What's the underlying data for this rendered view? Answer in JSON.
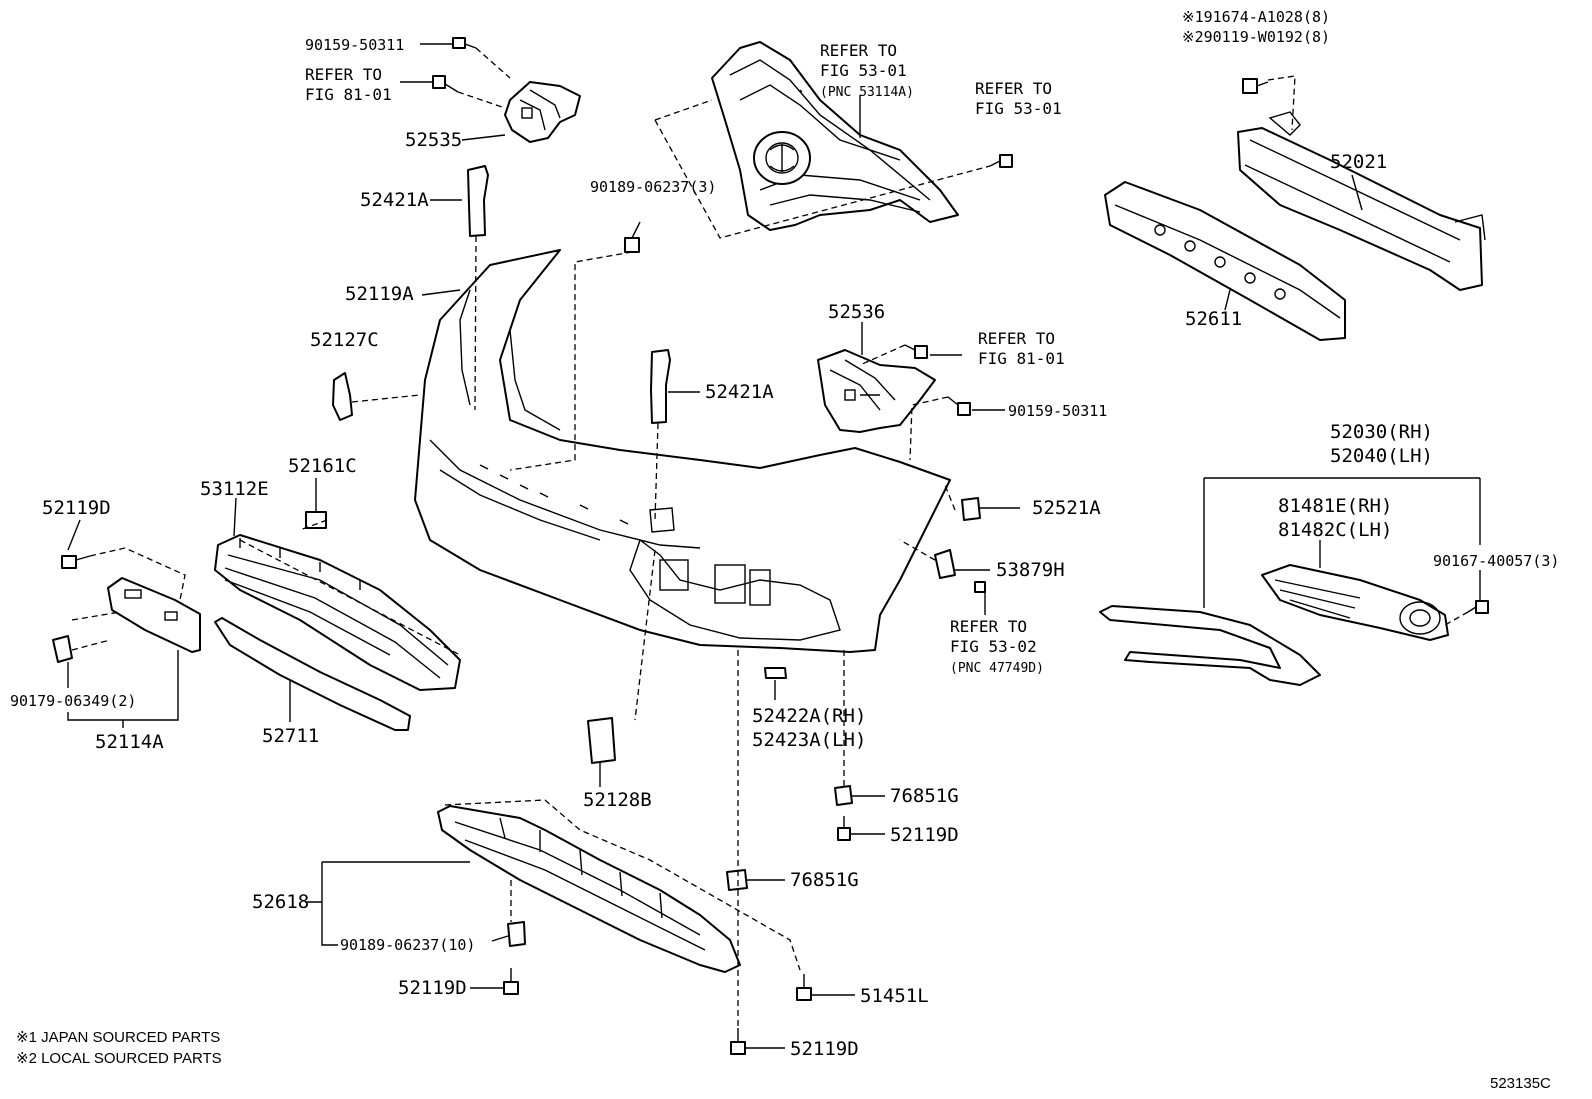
{
  "diagram": {
    "parts": {
      "p_90159_50311_top": "90159-50311",
      "refer_81_01_left_1": "REFER TO",
      "refer_81_01_left_2": "FIG 81-01",
      "p_52535": "52535",
      "p_52421A_left": "52421A",
      "p_52119A": "52119A",
      "p_52127C": "52127C",
      "p_52119D_left": "52119D",
      "p_53112E": "53112E",
      "p_52161C": "52161C",
      "p_90179_06349": "90179-06349(2)",
      "p_52114A": "52114A",
      "p_52711": "52711",
      "refer_53_01_top_1": "REFER TO",
      "refer_53_01_top_2": "FIG 53-01",
      "refer_53_01_top_3": "(PNC 53114A)",
      "refer_53_01_right_1": "REFER TO",
      "refer_53_01_right_2": "FIG 53-01",
      "p_90189_06237_3": "90189-06237(3)",
      "p_52421A_mid": "52421A",
      "p_52536": "52536",
      "refer_81_01_right_1": "REFER TO",
      "refer_81_01_right_2": "FIG 81-01",
      "p_90159_50311_right": "90159-50311",
      "p_52521A": "52521A",
      "p_53879H": "53879H",
      "refer_53_02_1": "REFER TO",
      "refer_53_02_2": "FIG 53-02",
      "refer_53_02_3": "(PNC 47749D)",
      "p_52422A": "52422A(RH)",
      "p_52423A": "52423A(LH)",
      "p_52128B": "52128B",
      "p_76851G_right": "76851G",
      "p_52119D_mid": "52119D",
      "p_76851G_mid": "76851G",
      "p_52618": "52618",
      "p_90189_06237_10": "90189-06237(10)",
      "p_52119D_lower": "52119D",
      "p_51451L": "51451L",
      "p_52119D_bottom": "52119D",
      "p_91674": "※191674-A1028(8)",
      "p_90119": "※290119-W0192(8)",
      "p_52021": "52021",
      "p_52611": "52611",
      "p_52030": "52030(RH)",
      "p_52040": "52040(LH)",
      "p_81481E": "81481E(RH)",
      "p_81482C": "81482C(LH)",
      "p_90167_40057": "90167-40057(3)"
    },
    "notes": {
      "note1": "※1 JAPAN SOURCED PARTS",
      "note2": "※2 LOCAL SOURCED PARTS"
    },
    "figure_id": "523135C"
  }
}
